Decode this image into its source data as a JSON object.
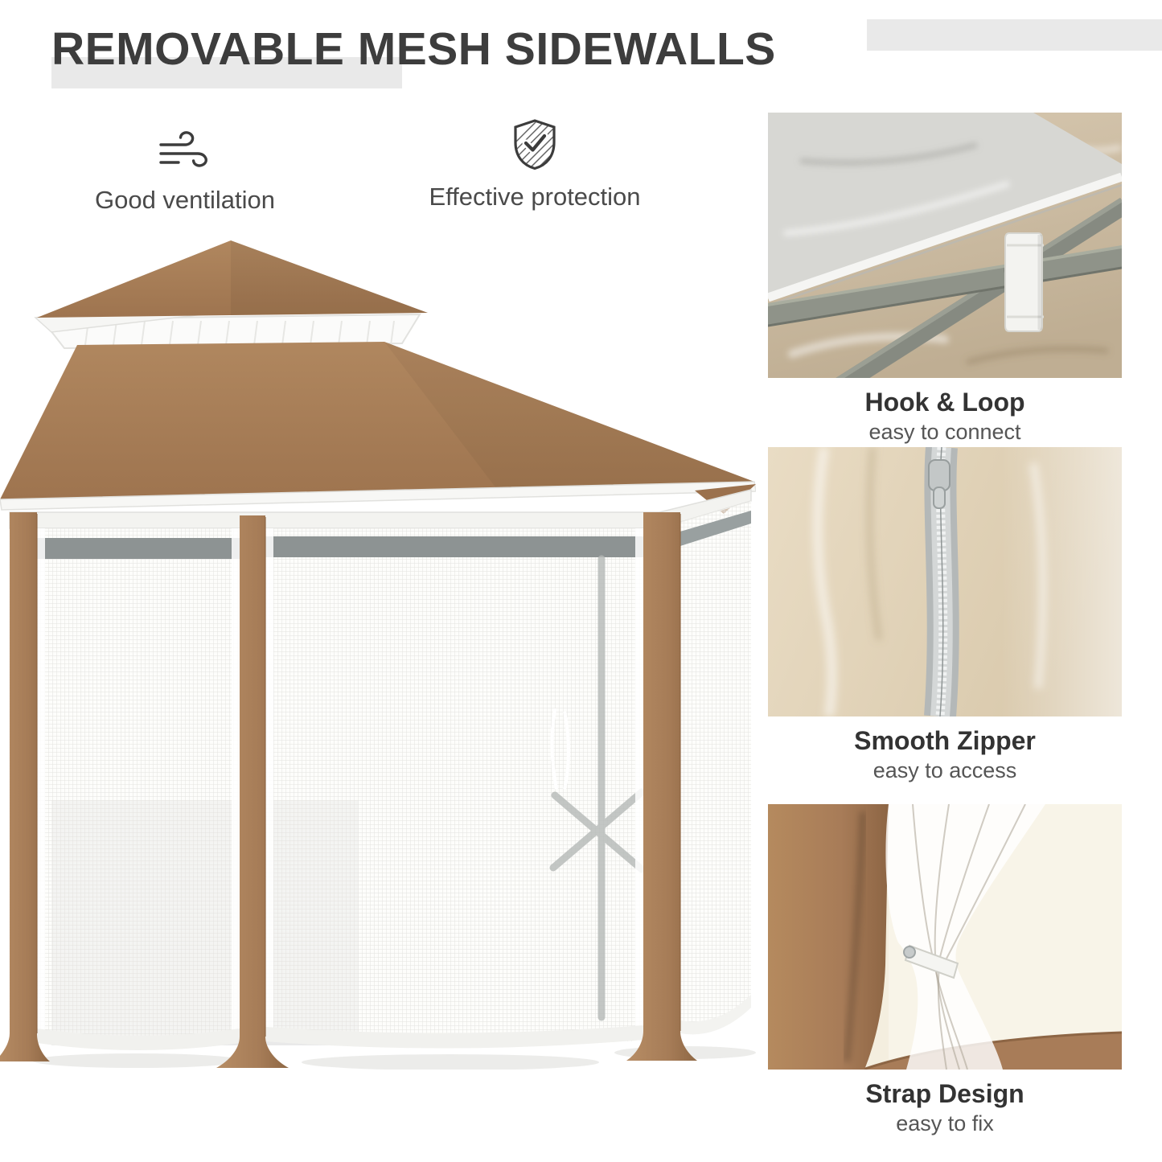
{
  "header": {
    "title": "REMOVABLE MESH SIDEWALLS"
  },
  "features": [
    {
      "icon": "wind-icon",
      "label": "Good ventilation"
    },
    {
      "icon": "shield-check-icon",
      "label": "Effective protection"
    }
  ],
  "illustration": {
    "name": "pop-up gazebo with brown double-tier canopy, mesh sidewalls and corner curtains"
  },
  "details": [
    {
      "photo": "hook-and-loop-close-up",
      "title": "Hook & Loop",
      "subtitle": "easy to connect"
    },
    {
      "photo": "zipper-close-up",
      "title": "Smooth Zipper",
      "subtitle": "easy to access"
    },
    {
      "photo": "strap-tie-close-up",
      "title": "Strap Design",
      "subtitle": "easy to fix"
    }
  ],
  "colors": {
    "canopy_brown": "#a67c57",
    "accent_gray": "#e9e9e9",
    "heading_text": "#3d3d3d",
    "body_text": "#4a4a4a"
  }
}
